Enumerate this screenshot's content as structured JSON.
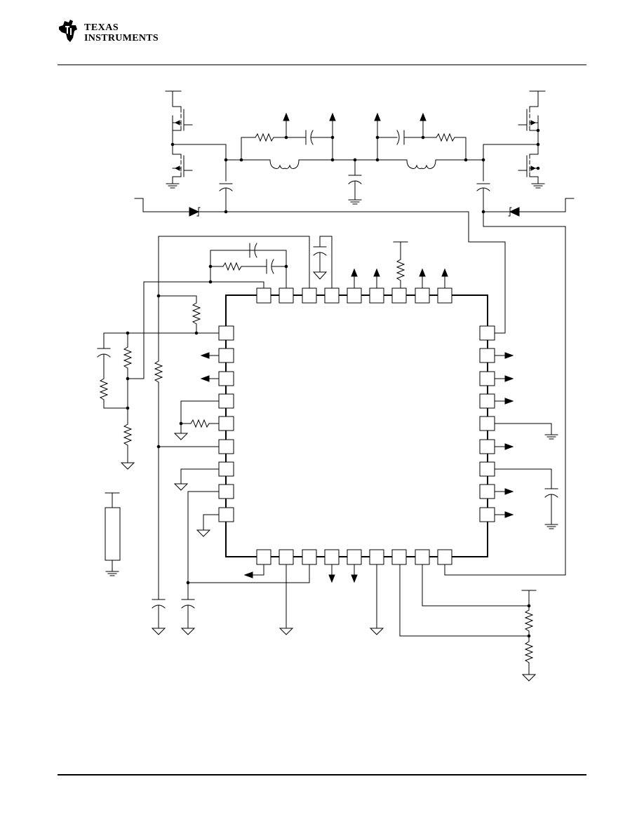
{
  "header": {
    "company_line1": "Texas",
    "company_line2": "Instruments"
  },
  "schematic": {
    "stroke_color": "#000000",
    "background": "#ffffff",
    "ic": {
      "top_pins": 9,
      "bottom_pins": 9,
      "left_pins": 9,
      "right_pins": 9
    }
  }
}
